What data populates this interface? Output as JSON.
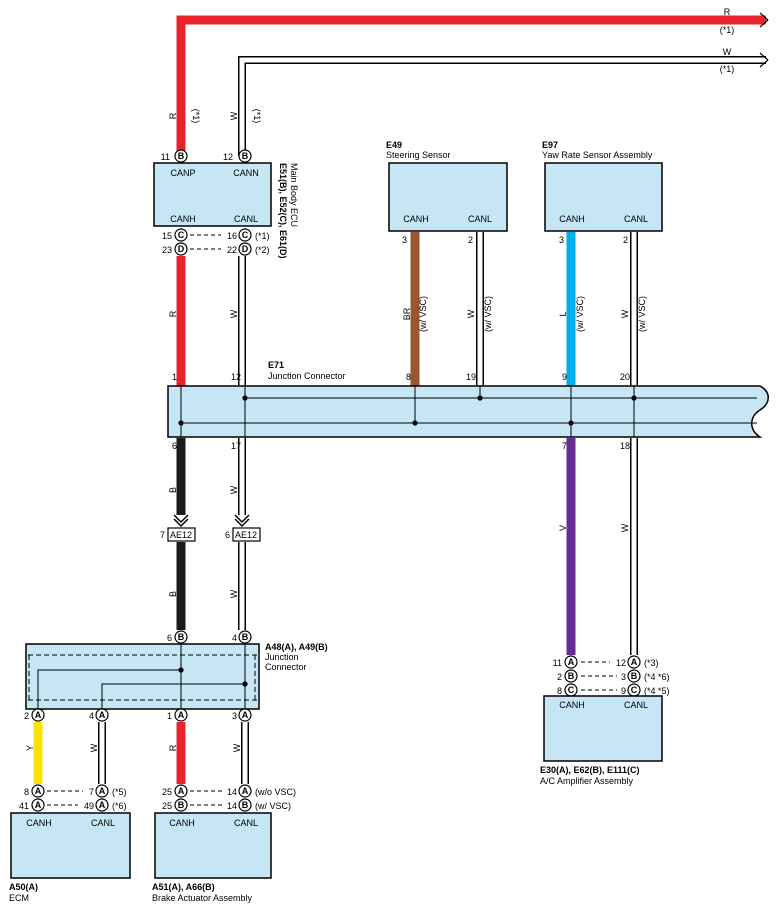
{
  "colors": {
    "wire_red": "#e8232b",
    "wire_black": "#1b1b1b",
    "wire_brown": "#9a5630",
    "wire_blue": "#00aeea",
    "wire_violet": "#6a2b90",
    "wire_yellow": "#ffe000",
    "box_fill": "#c6e6f6"
  },
  "top_wires": {
    "red": {
      "color_code": "R",
      "note": "(*1)"
    },
    "white": {
      "color_code": "W",
      "note": "(*1)"
    }
  },
  "main_body_ecu": {
    "id": "E51(B), E52(C), E61(D)",
    "name": "Main Body ECU",
    "top_pins": [
      {
        "num": "11",
        "letter": "B",
        "label": "CANP"
      },
      {
        "num": "12",
        "letter": "B",
        "label": "CANN"
      }
    ],
    "bottom_labels": [
      "CANH",
      "CANL"
    ],
    "pin_rows": [
      {
        "l_num": "15",
        "l_letter": "C",
        "r_num": "16",
        "r_letter": "C",
        "note": "(*1)"
      },
      {
        "l_num": "23",
        "l_letter": "D",
        "r_num": "22",
        "r_letter": "D",
        "note": "(*2)"
      }
    ],
    "wire_labels_above": [
      {
        "code": "R",
        "note": "(*1)"
      },
      {
        "code": "W",
        "note": "(*1)"
      }
    ],
    "wire_labels_below": [
      "R",
      "W"
    ]
  },
  "steering_sensor": {
    "id": "E49",
    "name": "Steering Sensor",
    "labels": [
      "CANH",
      "CANL"
    ],
    "pins": [
      "3",
      "2"
    ],
    "wires": [
      {
        "code": "BR",
        "note": "(w/ VSC)"
      },
      {
        "code": "W",
        "note": "(w/ VSC)"
      }
    ]
  },
  "yaw_sensor": {
    "id": "E97",
    "name": "Yaw Rate Sensor Assembly",
    "labels": [
      "CANH",
      "CANL"
    ],
    "pins": [
      "3",
      "2"
    ],
    "wires": [
      {
        "code": "L",
        "note": "(w/ VSC)"
      },
      {
        "code": "W",
        "note": "(w/ VSC)"
      }
    ]
  },
  "junction_e71": {
    "id": "E71",
    "name": "Junction Connector",
    "top_pins": [
      "1",
      "12",
      "8",
      "19",
      "9",
      "20"
    ],
    "bottom_pins": [
      "6",
      "17",
      "7",
      "18"
    ]
  },
  "below_e71_wires": [
    "B",
    "W",
    "V",
    "W"
  ],
  "ae12_connector": {
    "label": "AE12",
    "left_pin": "7",
    "right_pin": "6",
    "wires_below": [
      "B",
      "W"
    ]
  },
  "junction_a48": {
    "id": "A48(A), A49(B)",
    "name_line1": "Junction",
    "name_line2": "Connector",
    "top_pins": [
      {
        "num": "6",
        "letter": "B"
      },
      {
        "num": "4",
        "letter": "B"
      }
    ],
    "bottom_pins": [
      {
        "num": "2",
        "letter": "A"
      },
      {
        "num": "4",
        "letter": "A"
      },
      {
        "num": "1",
        "letter": "A"
      },
      {
        "num": "3",
        "letter": "A"
      }
    ],
    "wires_below": [
      "Y",
      "W",
      "R",
      "W"
    ]
  },
  "ecm": {
    "id": "A50(A)",
    "name": "ECM",
    "labels": [
      "CANH",
      "CANL"
    ],
    "pin_rows": [
      {
        "l_num": "8",
        "l_letter": "A",
        "r_num": "7",
        "r_letter": "A",
        "note": "(*5)"
      },
      {
        "l_num": "41",
        "l_letter": "A",
        "r_num": "49",
        "r_letter": "A",
        "note": "(*6)"
      }
    ]
  },
  "brake_actuator": {
    "id": "A51(A), A66(B)",
    "name": "Brake Actuator Assembly",
    "labels": [
      "CANH",
      "CANL"
    ],
    "pin_rows": [
      {
        "l_num": "25",
        "l_letter": "A",
        "r_num": "14",
        "r_letter": "A",
        "note": "(w/o VSC)"
      },
      {
        "l_num": "25",
        "l_letter": "B",
        "r_num": "14",
        "r_letter": "B",
        "note": "(w/ VSC)"
      }
    ]
  },
  "ac_amplifier": {
    "id": "E30(A), E62(B), E111(C)",
    "name": "A/C Amplifier Assembly",
    "labels": [
      "CANH",
      "CANL"
    ],
    "pin_rows": [
      {
        "l_num": "11",
        "l_letter": "A",
        "r_num": "12",
        "r_letter": "A",
        "note": "(*3)"
      },
      {
        "l_num": "2",
        "l_letter": "B",
        "r_num": "3",
        "r_letter": "B",
        "note": "(*4 *6)"
      },
      {
        "l_num": "8",
        "l_letter": "C",
        "r_num": "9",
        "r_letter": "C",
        "note": "(*4 *5)"
      }
    ]
  }
}
